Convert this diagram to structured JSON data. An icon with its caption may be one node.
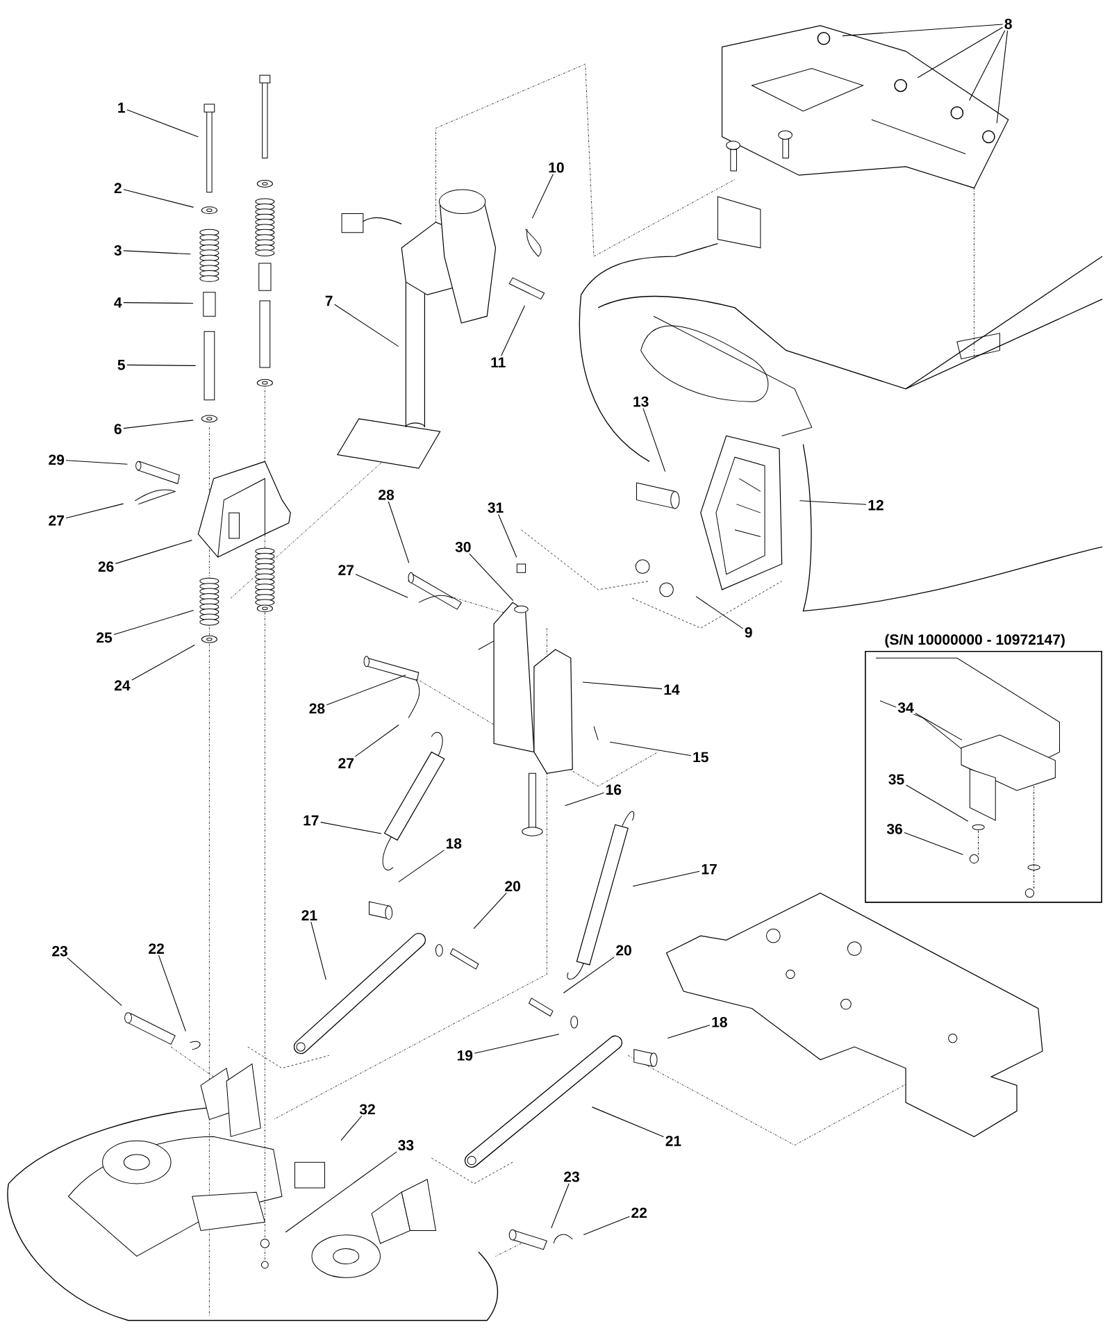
{
  "diagram": {
    "nodes": [
      {
        "text": [
          "1"
        ]
      },
      {
        "text": [
          "2"
        ]
      },
      {
        "text": [
          "3"
        ]
      },
      {
        "text": [
          "4"
        ]
      },
      {
        "text": [
          "5"
        ]
      },
      {
        "text": [
          "6"
        ]
      },
      {
        "text": [
          "7"
        ]
      },
      {
        "text": [
          "8"
        ]
      },
      {
        "text": [
          "9"
        ]
      },
      {
        "text": [
          "10"
        ]
      },
      {
        "text": [
          "11"
        ]
      },
      {
        "text": [
          "12"
        ]
      },
      {
        "text": [
          "13"
        ]
      },
      {
        "text": [
          "14"
        ]
      },
      {
        "text": [
          "15"
        ]
      },
      {
        "text": [
          "16"
        ]
      },
      {
        "text": [
          "17"
        ]
      },
      {
        "text": [
          "17"
        ]
      },
      {
        "text": [
          "18"
        ]
      },
      {
        "text": [
          "18"
        ]
      },
      {
        "text": [
          "19"
        ]
      },
      {
        "text": [
          "20"
        ]
      },
      {
        "text": [
          "20"
        ]
      },
      {
        "text": [
          "21"
        ]
      },
      {
        "text": [
          "21"
        ]
      },
      {
        "text": [
          "22"
        ]
      },
      {
        "text": [
          "22"
        ]
      },
      {
        "text": [
          "23"
        ]
      },
      {
        "text": [
          "23"
        ]
      },
      {
        "text": [
          "24"
        ]
      },
      {
        "text": [
          "25"
        ]
      },
      {
        "text": [
          "26"
        ]
      },
      {
        "text": [
          "27"
        ]
      },
      {
        "text": [
          "27"
        ]
      },
      {
        "text": [
          "27"
        ]
      },
      {
        "text": [
          "28"
        ]
      },
      {
        "text": [
          "28"
        ]
      },
      {
        "text": [
          "29"
        ]
      },
      {
        "text": [
          "30"
        ]
      },
      {
        "text": [
          "31"
        ]
      },
      {
        "text": [
          "32"
        ]
      },
      {
        "text": [
          "33"
        ]
      },
      {
        "text": [
          "(S/N 10000000 - 10972147)"
        ]
      },
      {
        "text": [
          "34"
        ],
        "in": 42
      },
      {
        "text": [
          "35"
        ],
        "in": 42
      },
      {
        "text": [
          "36"
        ],
        "in": 42
      }
    ],
    "edges": [
      {
        "from": 0,
        "to": null,
        "arrow": "none"
      },
      {
        "from": 1,
        "to": null,
        "arrow": "none"
      },
      {
        "from": 2,
        "to": null,
        "arrow": "none"
      },
      {
        "from": 3,
        "to": null,
        "arrow": "none"
      },
      {
        "from": 4,
        "to": null,
        "arrow": "none"
      },
      {
        "from": 5,
        "to": null,
        "arrow": "none"
      },
      {
        "from": 6,
        "to": null,
        "arrow": "none"
      },
      {
        "from": 7,
        "to": null,
        "arrow": "none"
      },
      {
        "from": 7,
        "to": null,
        "arrow": "none"
      },
      {
        "from": 7,
        "to": null,
        "arrow": "none"
      },
      {
        "from": 7,
        "to": null,
        "arrow": "none"
      },
      {
        "from": 8,
        "to": null,
        "arrow": "none"
      },
      {
        "from": 9,
        "to": null,
        "arrow": "none"
      },
      {
        "from": 10,
        "to": null,
        "arrow": "none"
      },
      {
        "from": 11,
        "to": null,
        "arrow": "none"
      },
      {
        "from": 12,
        "to": null,
        "arrow": "none"
      },
      {
        "from": 13,
        "to": null,
        "arrow": "none"
      },
      {
        "from": 14,
        "to": null,
        "arrow": "none"
      },
      {
        "from": 15,
        "to": null,
        "arrow": "none"
      },
      {
        "from": 16,
        "to": null,
        "arrow": "none"
      },
      {
        "from": 17,
        "to": null,
        "arrow": "none"
      },
      {
        "from": 18,
        "to": null,
        "arrow": "none"
      },
      {
        "from": 19,
        "to": null,
        "arrow": "none"
      },
      {
        "from": 20,
        "to": null,
        "arrow": "none"
      },
      {
        "from": 21,
        "to": null,
        "arrow": "none"
      },
      {
        "from": 22,
        "to": null,
        "arrow": "none"
      },
      {
        "from": 23,
        "to": null,
        "arrow": "none"
      },
      {
        "from": 24,
        "to": null,
        "arrow": "none"
      },
      {
        "from": 25,
        "to": null,
        "arrow": "none"
      },
      {
        "from": 26,
        "to": null,
        "arrow": "none"
      },
      {
        "from": 27,
        "to": null,
        "arrow": "none"
      },
      {
        "from": 28,
        "to": null,
        "arrow": "none"
      },
      {
        "from": 29,
        "to": null,
        "arrow": "none"
      },
      {
        "from": 30,
        "to": null,
        "arrow": "none"
      },
      {
        "from": 31,
        "to": null,
        "arrow": "none"
      },
      {
        "from": 32,
        "to": null,
        "arrow": "none"
      },
      {
        "from": 33,
        "to": null,
        "arrow": "none"
      },
      {
        "from": 34,
        "to": null,
        "arrow": "none"
      },
      {
        "from": 35,
        "to": null,
        "arrow": "none"
      },
      {
        "from": 36,
        "to": null,
        "arrow": "none"
      },
      {
        "from": 37,
        "to": null,
        "arrow": "none"
      },
      {
        "from": 38,
        "to": null,
        "arrow": "none"
      },
      {
        "from": 39,
        "to": null,
        "arrow": "none"
      },
      {
        "from": 40,
        "to": null,
        "arrow": "none"
      },
      {
        "from": 41,
        "to": null,
        "arrow": "none"
      },
      {
        "from": 43,
        "to": null,
        "arrow": "none"
      },
      {
        "from": 44,
        "to": null,
        "arrow": "none"
      },
      {
        "from": 45,
        "to": null,
        "arrow": "none"
      }
    ]
  }
}
